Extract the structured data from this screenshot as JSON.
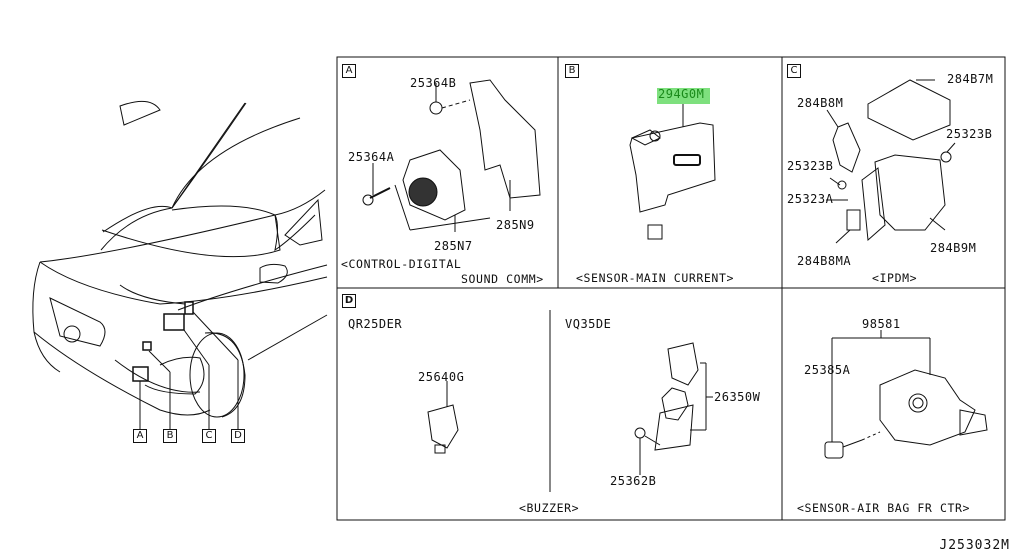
{
  "diagram_code": "J253032M",
  "car_callouts": [
    "A",
    "B",
    "C",
    "D"
  ],
  "panels": {
    "A": {
      "letter": "A",
      "parts": [
        "25364B",
        "25364A",
        "285N7",
        "285N9"
      ],
      "caption_line1": "<CONTROL-DIGITAL",
      "caption_line2": "SOUND COMM>"
    },
    "B": {
      "letter": "B",
      "parts": [
        "294G0M"
      ],
      "highlighted_part": "294G0M",
      "highlight_color": "#7ee07e",
      "caption": "<SENSOR-MAIN CURRENT>"
    },
    "C": {
      "letter": "C",
      "parts": [
        "284B7M",
        "284B8M",
        "25323B",
        "25323B",
        "25323A",
        "284B8MA",
        "284B9M"
      ],
      "caption": "<IPDM>"
    },
    "D": {
      "letter": "D",
      "engine_left": "QR25DER",
      "engine_right": "VQ35DE",
      "parts_left": [
        "25640G"
      ],
      "parts_right": [
        "26350W",
        "25362B"
      ],
      "caption": "<BUZZER>"
    },
    "E": {
      "parts": [
        "98581",
        "25385A"
      ],
      "caption": "<SENSOR-AIR BAG FR CTR>"
    }
  }
}
